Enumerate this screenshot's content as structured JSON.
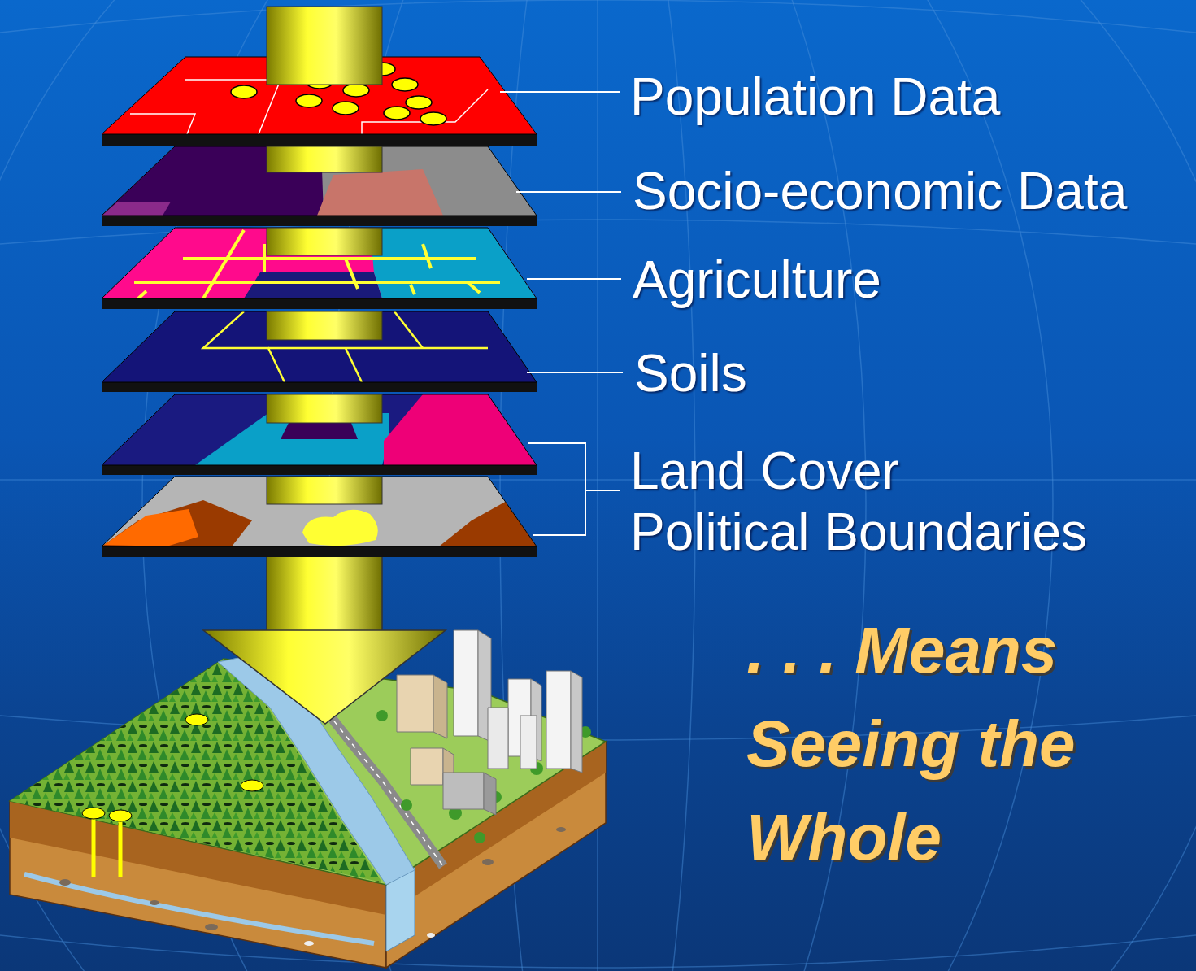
{
  "diagram": {
    "labels": [
      "Population Data",
      "Socio-economic Data",
      "Agriculture",
      "Soils",
      "Land Cover",
      "Political Boundaries",
      ". . . Means Seeing the Whole"
    ]
  }
}
